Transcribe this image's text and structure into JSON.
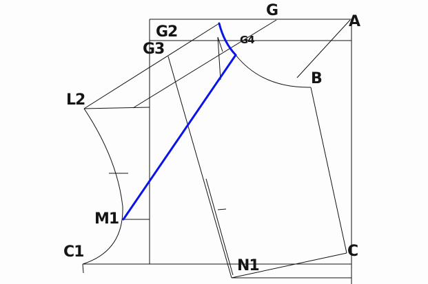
{
  "points": {
    "G": "G",
    "A": "A",
    "G2": "G2",
    "G3": "G3",
    "G4": "G4",
    "B": "B",
    "L2": "L2",
    "M1": "M1",
    "C1": "C1",
    "N1": "N1",
    "C": "C"
  },
  "colors": {
    "highlight": "#0a14e6",
    "lines": "#111111"
  }
}
